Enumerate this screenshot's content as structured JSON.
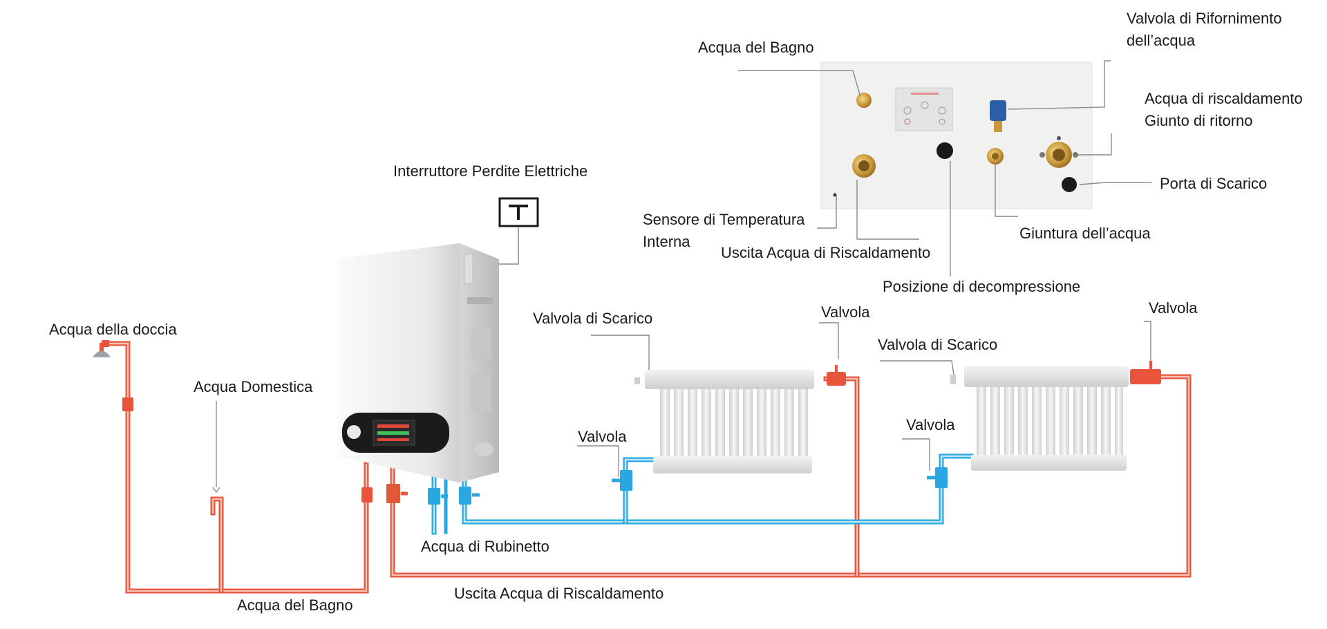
{
  "labels": {
    "acqua_del_bagno_top": "Acqua del Bagno",
    "valvola_rifornimento_1": "Valvola di Rifornimento",
    "valvola_rifornimento_2": "dell’acqua",
    "acqua_riscaldamento_1": "Acqua di riscaldamento",
    "acqua_riscaldamento_2": "Giunto di ritorno",
    "porta_scarico": "Porta di Scarico",
    "interruttore": "Interruttore Perdite Elettriche",
    "sensore_1": "Sensore di Temperatura",
    "sensore_2": "Interna",
    "uscita_top": "Uscita Acqua di Riscaldamento",
    "giuntura": "Giuntura dell’acqua",
    "decompressione": "Posizione di decompressione",
    "acqua_doccia": "Acqua della doccia",
    "acqua_domestica": "Acqua Domestica",
    "valvola_scarico_1": "Valvola di Scarico",
    "valvola_1": "Valvola",
    "valvola_2": "Valvola",
    "valvola_scarico_2": "Valvola di Scarico",
    "valvola_3": "Valvola",
    "valvola_4": "Valvola",
    "acqua_rubinetto": "Acqua di Rubinetto",
    "acqua_bagno_bottom": "Acqua del Bagno",
    "uscita_bottom": "Uscita Acqua di Riscaldamento"
  },
  "colors": {
    "hot_pipe": "#e8553a",
    "hot_pipe_light": "#f2b8a8",
    "cold_pipe": "#29a7e0",
    "cold_pipe_light": "#a8dcf4",
    "leader_line": "#8a8a8a",
    "text": "#1a1a1a"
  }
}
